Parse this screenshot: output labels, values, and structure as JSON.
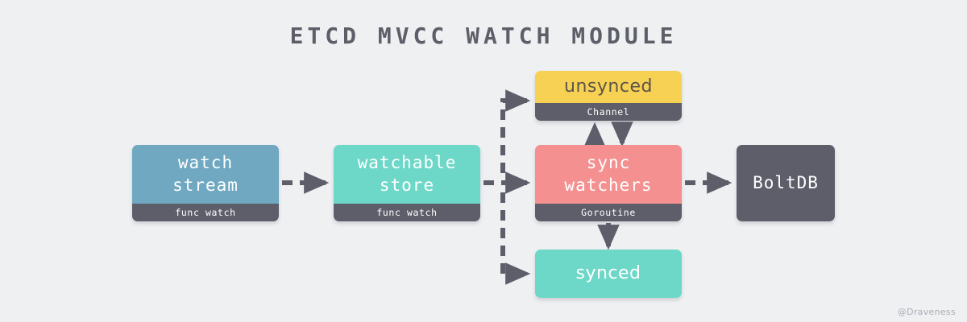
{
  "diagram": {
    "title": "ETCD MVCC WATCH MODULE",
    "background_color": "#eff0f2",
    "watermark": "@Draveness",
    "connector_color": "#5e5e6b",
    "nodes": [
      {
        "id": "watch-stream",
        "label": "watch\nstream",
        "footer": "func watch",
        "color": "#6fa8c0",
        "text_color": "#ffffff"
      },
      {
        "id": "watchable-store",
        "label": "watchable\nstore",
        "footer": "func watch",
        "color": "#6ed8c8",
        "text_color": "#ffffff"
      },
      {
        "id": "unsynced",
        "label": "unsynced",
        "footer": "Channel",
        "color": "#f7d154",
        "text_color": "#5c5448"
      },
      {
        "id": "sync-watchers",
        "label": "sync\nwatchers",
        "footer": "Goroutine",
        "color": "#f49090",
        "text_color": "#ffffff"
      },
      {
        "id": "synced",
        "label": "synced",
        "footer": "",
        "color": "#6ed8c8",
        "text_color": "#ffffff"
      },
      {
        "id": "boltdb",
        "label": "BoltDB",
        "footer": "",
        "color": "#5e5e6b",
        "text_color": "#ffffff"
      }
    ],
    "edges": [
      {
        "id": "edge-watch-stream-to-watchable-store",
        "from": "watch-stream",
        "to": "watchable-store",
        "style": "dashed",
        "direction": "right"
      },
      {
        "id": "edge-watchable-store-to-unsynced",
        "from": "watchable-store",
        "to": "unsynced",
        "style": "dashed",
        "direction": "up-right"
      },
      {
        "id": "edge-watchable-store-to-sync-watchers",
        "from": "watchable-store",
        "to": "sync-watchers",
        "style": "dashed",
        "direction": "right"
      },
      {
        "id": "edge-watchable-store-to-synced",
        "from": "watchable-store",
        "to": "synced",
        "style": "dashed",
        "direction": "down-right"
      },
      {
        "id": "edge-sync-watchers-to-unsynced",
        "from": "sync-watchers",
        "to": "unsynced",
        "style": "dashed",
        "direction": "up"
      },
      {
        "id": "edge-unsynced-to-sync-watchers",
        "from": "unsynced",
        "to": "sync-watchers",
        "style": "dashed",
        "direction": "down"
      },
      {
        "id": "edge-sync-watchers-to-synced",
        "from": "sync-watchers",
        "to": "synced",
        "style": "dashed",
        "direction": "down"
      },
      {
        "id": "edge-sync-watchers-to-boltdb",
        "from": "sync-watchers",
        "to": "boltdb",
        "style": "dashed",
        "direction": "right"
      }
    ]
  }
}
